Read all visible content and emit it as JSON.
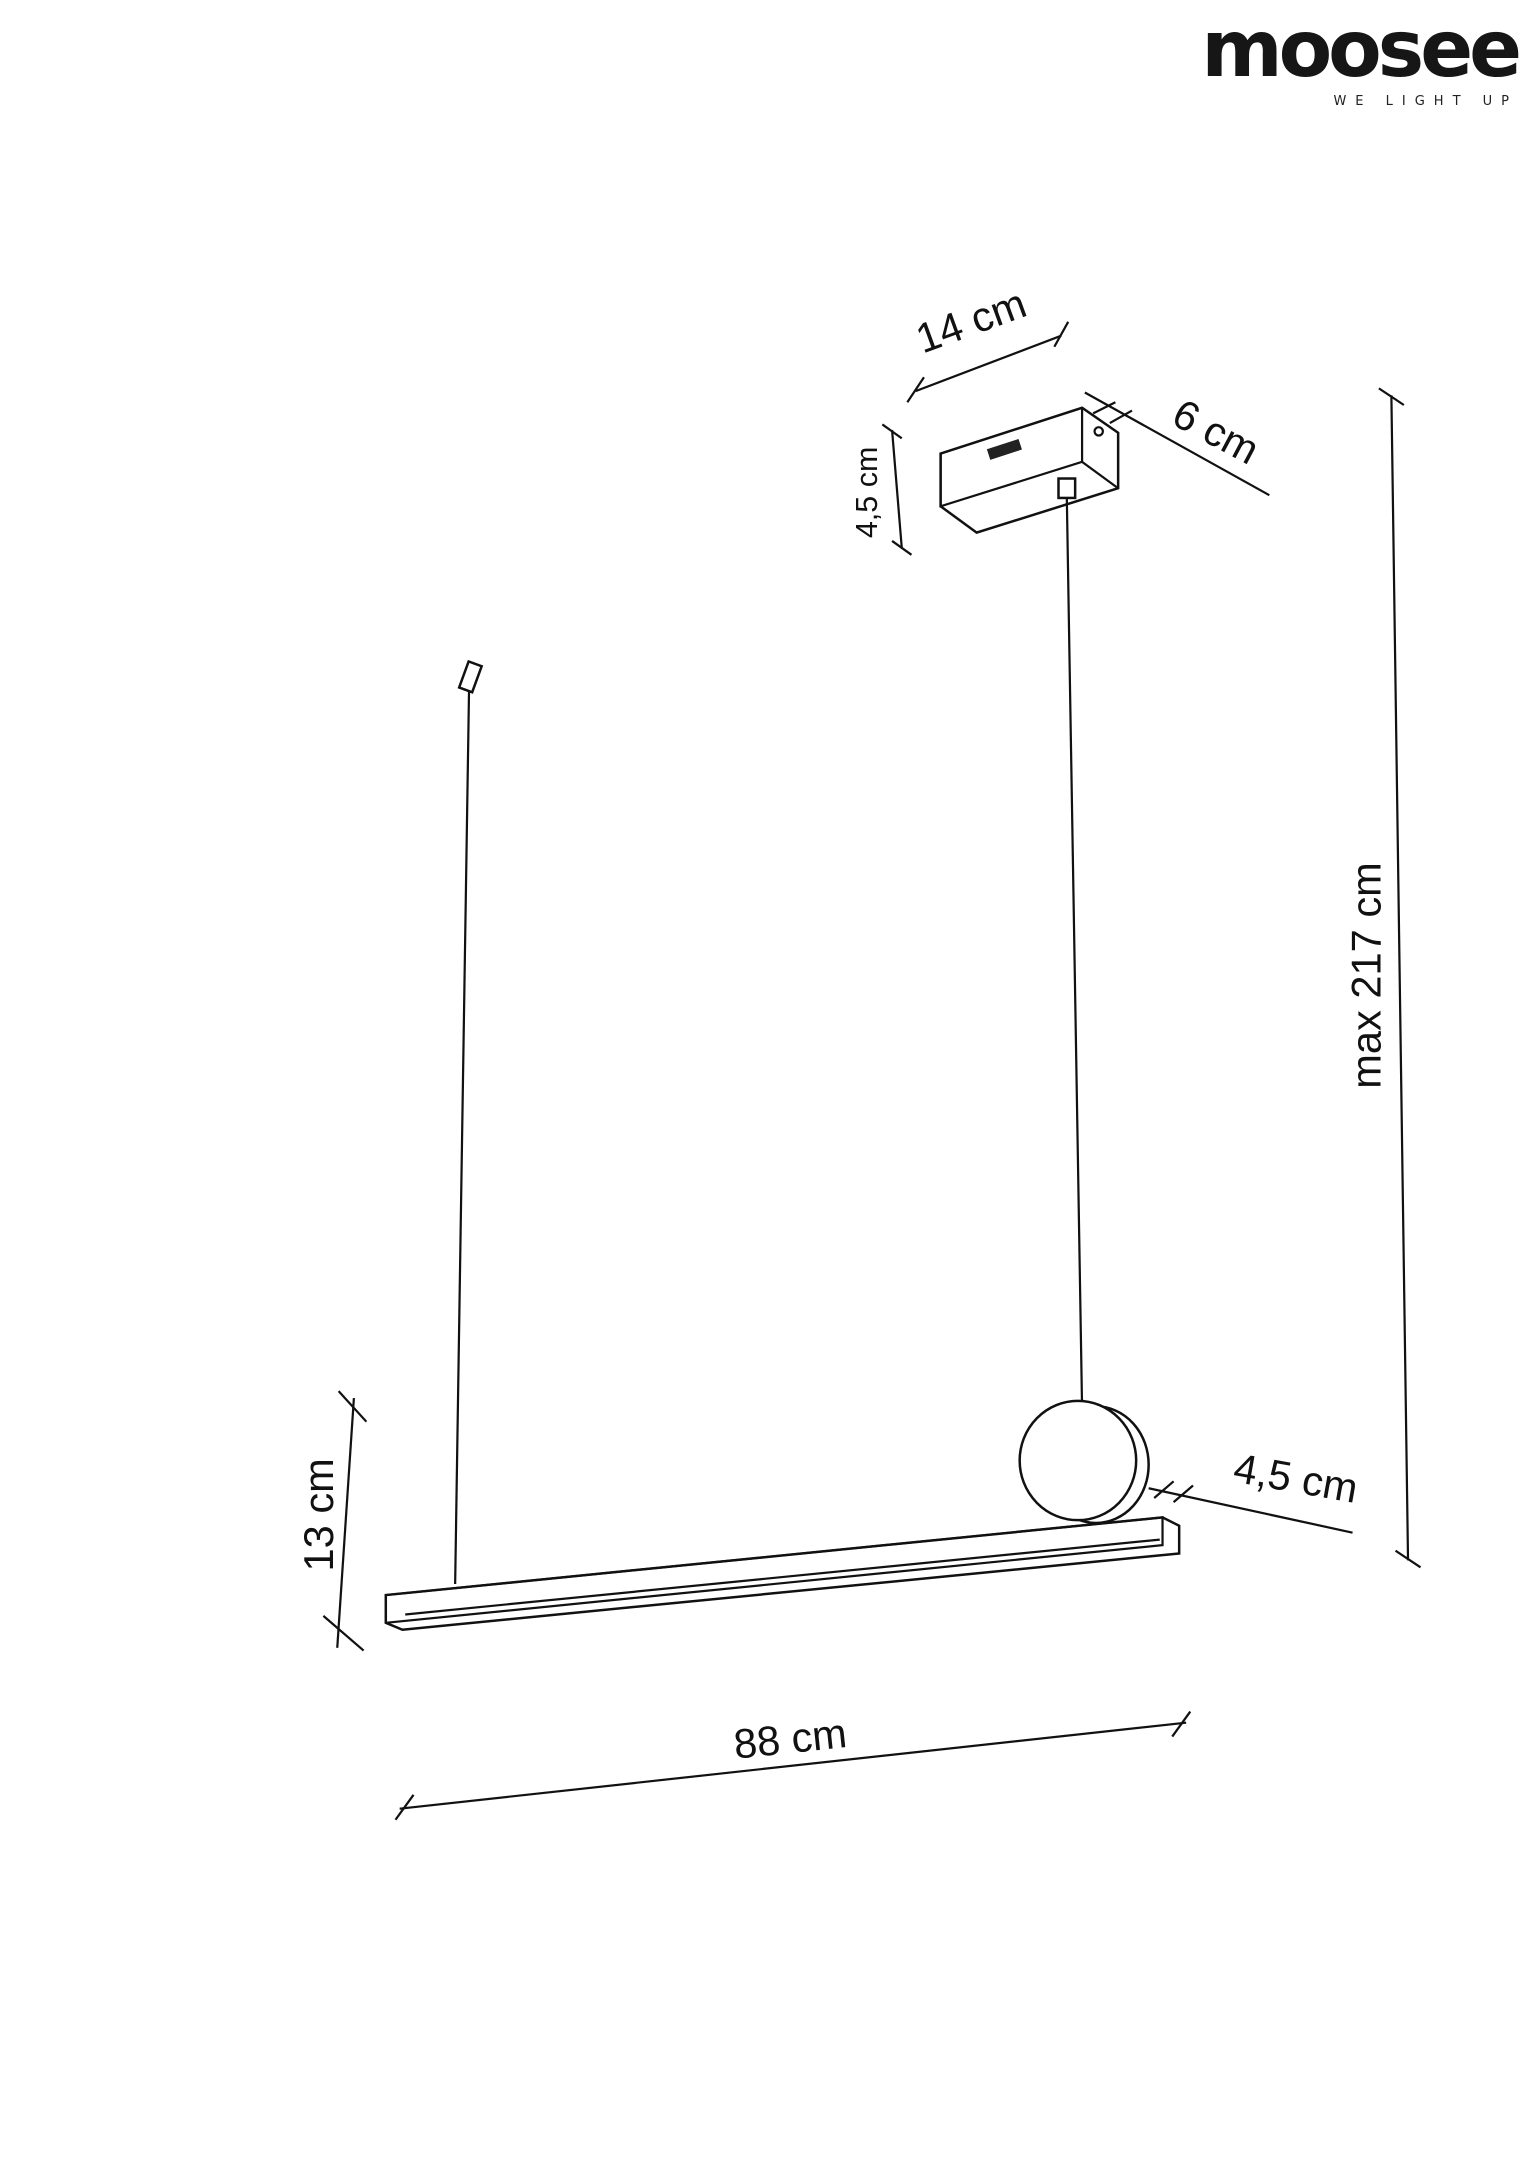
{
  "logo": {
    "brand": "moosee",
    "tagline": "WE LIGHT UP"
  },
  "dimensions": {
    "canopy_length": "14 cm",
    "canopy_width": "6 cm",
    "canopy_height": "4,5 cm",
    "max_height": "max 217 cm",
    "disc_depth": "4,5 cm",
    "bar_drop": "13 cm",
    "bar_length": "88 cm"
  }
}
